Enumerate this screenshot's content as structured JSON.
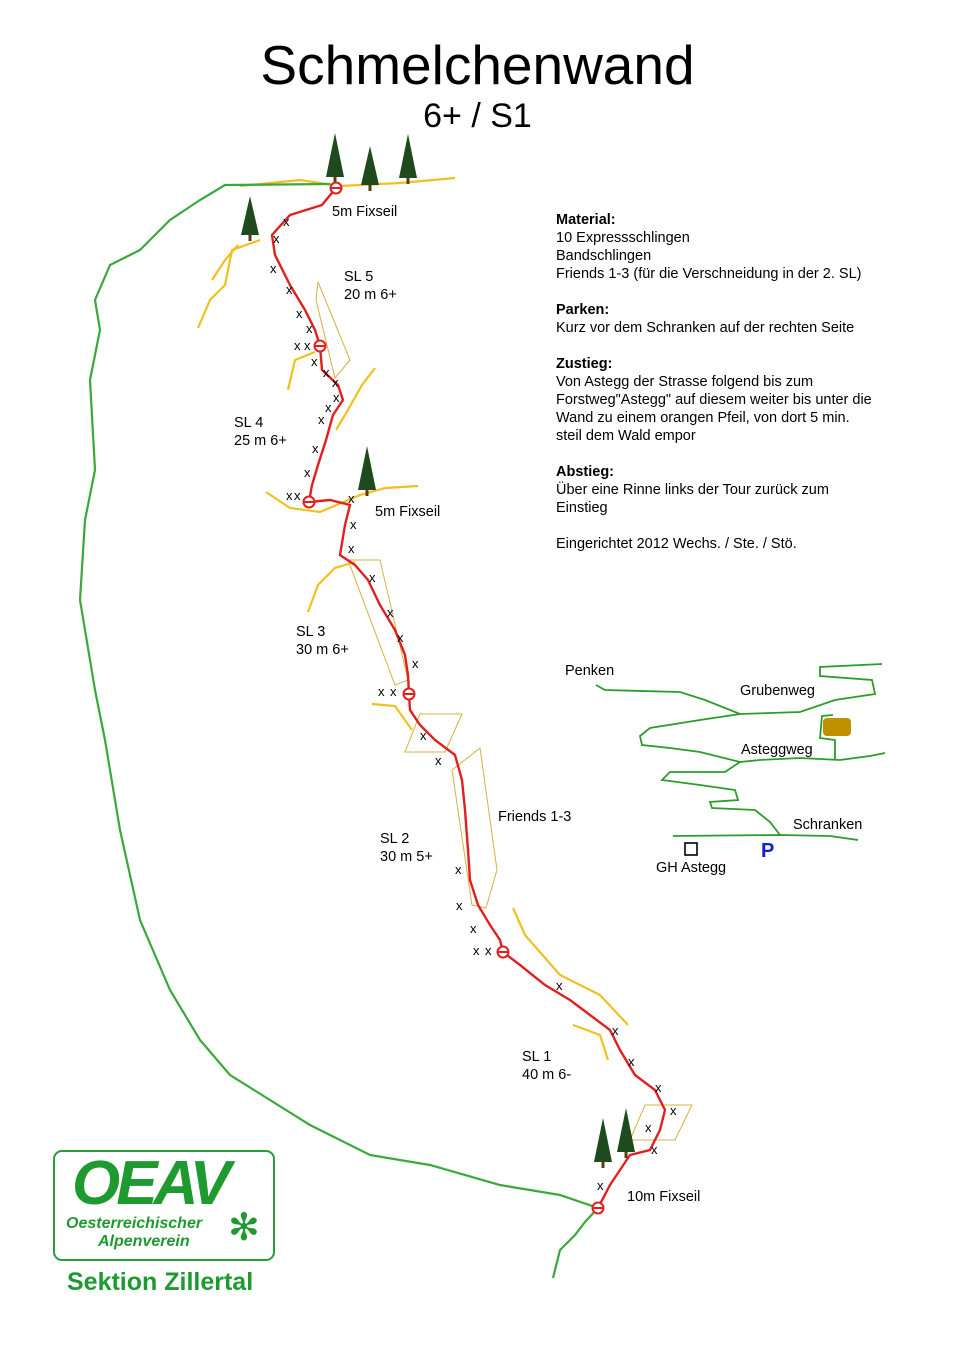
{
  "title": "Schmelchenwand",
  "subtitle": "6+ / S1",
  "colors": {
    "route": "#e02020",
    "approach": "#3aa83a",
    "gully": "#f0c020",
    "tree": "#1e4a1e",
    "logo": "#1e9a30",
    "parking": "#1020d0",
    "hut": "#c09000"
  },
  "bolt_mark": "x",
  "topo_labels": {
    "fixseil_top": "5m Fixseil",
    "sl5_name": "SL 5",
    "sl5_info": "20 m 6+",
    "sl4_name": "SL 4",
    "sl4_info": "25 m 6+",
    "fixseil_mid": "5m Fixseil",
    "sl3_name": "SL 3",
    "sl3_info": "30 m 6+",
    "friends": "Friends 1-3",
    "sl2_name": "SL 2",
    "sl2_info": "30 m 5+",
    "sl1_name": "SL 1",
    "sl1_info": "40 m 6-",
    "fixseil_bottom": "10m Fixseil"
  },
  "info": {
    "material_h": "Material:",
    "material": [
      "10 Expressschlingen",
      "Bandschlingen",
      "Friends 1-3 (für die Verschneidung in der 2. SL)"
    ],
    "parken_h": "Parken:",
    "parken": [
      "Kurz vor dem Schranken auf der rechten Seite"
    ],
    "zustieg_h": "Zustieg:",
    "zustieg": [
      "Von Astegg der Strasse folgend bis zum",
      "Forstweg\"Astegg\" auf diesem weiter bis unter die",
      "Wand zu einem orangen Pfeil, von dort 5 min.",
      "steil dem Wald empor"
    ],
    "abstieg_h": "Abstieg:",
    "abstieg": [
      "Über eine Rinne links der Tour zurück zum",
      "Einstieg"
    ],
    "credit": "Eingerichtet 2012 Wechs. / Ste. / Stö."
  },
  "map": {
    "penken": "Penken",
    "grubenweg": "Grubenweg",
    "asteggweg": "Asteggweg",
    "schranken": "Schranken",
    "gh": "GH Astegg",
    "parking": "P"
  },
  "logo": {
    "mark": "OEAV",
    "line1": "Oesterreichischer",
    "line2": "Alpenverein"
  },
  "section": "Sektion Zillertal"
}
